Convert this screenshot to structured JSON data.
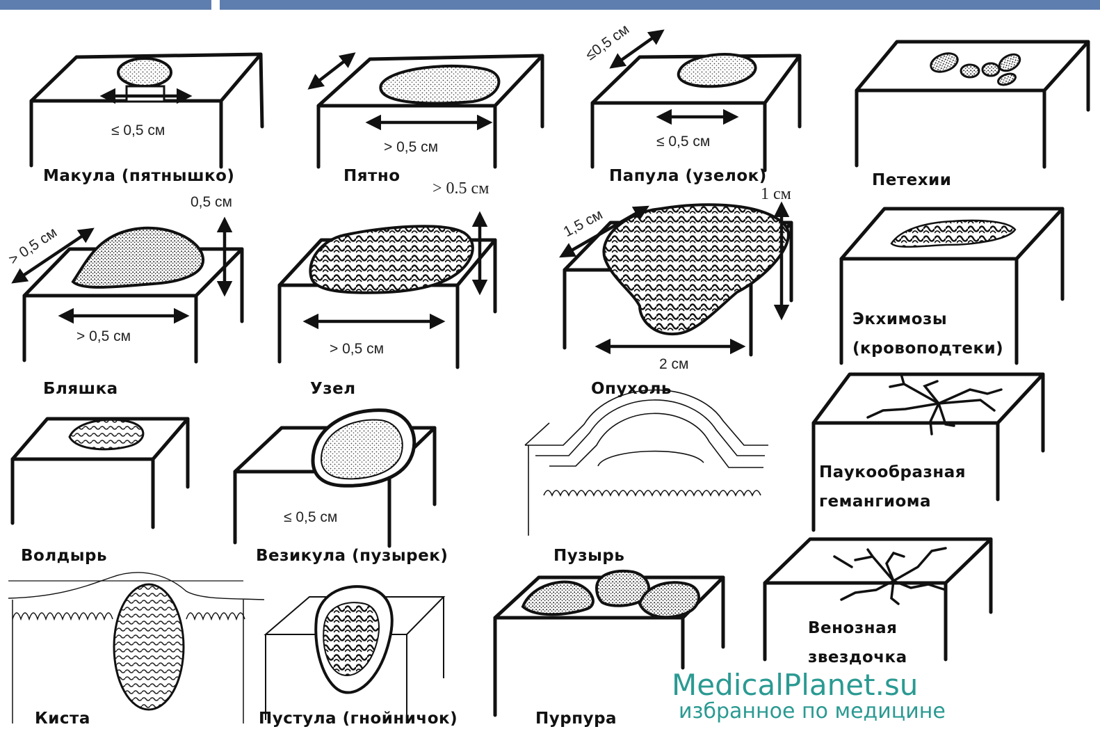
{
  "header": {
    "color": "#5f7eb0"
  },
  "labels": {
    "macula": "Макула (пятнышко)",
    "spot": "Пятно",
    "papule": "Папула (узелок)",
    "petechiae": "Петехии",
    "plaque": "Бляшка",
    "node": "Узел",
    "tumor": "Опухоль",
    "ecchymosis_1": "Экхимозы",
    "ecchymosis_2": "(кровоподтеки)",
    "wheal": "Волдырь",
    "vesicle": "Везикула (пузырек)",
    "bulla": "Пузырь",
    "spider_1": "Паукообразная",
    "spider_2": "гемангиома",
    "cyst": "Киста",
    "pustule": "Пустула (гнойничок)",
    "purpura": "Пурпура",
    "venous_1": "Венозная",
    "venous_2": "звездочка"
  },
  "dimensions": {
    "macula_w": "≤ 0,5 см",
    "spot_w": "> 0,5 см",
    "papule_diag": "≤0,5 см",
    "papule_w": "≤ 0,5 см",
    "plaque_h": "0,5 см",
    "plaque_diag": "> 0,5 см",
    "plaque_w": "> 0,5 см",
    "node_h": "> 0.5 см",
    "node_w": "> 0,5 см",
    "tumor_diag": "1,5 см",
    "tumor_h": "1 см",
    "tumor_w": "2 см",
    "vesicle_w": "≤ 0,5 см"
  },
  "watermark": {
    "site": "MedicalPlanet.su",
    "tagline": "избранное по медицине",
    "color": "#2a9a92"
  }
}
